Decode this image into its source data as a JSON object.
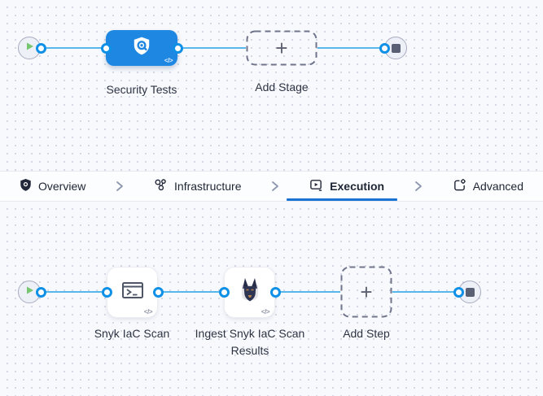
{
  "stage_pipeline": {
    "start_icon": "play-icon",
    "end_icon": "stop-icon",
    "stage_label": "Security Tests",
    "stage_icon": "security-shield-icon",
    "add_stage_label": "Add Stage",
    "plus": "+",
    "code_badge": "</>"
  },
  "tab_bar": {
    "separator_icon": "chevron-right-icon",
    "active_tab": "Execution",
    "tabs": [
      {
        "label": "Overview",
        "icon": "shield-icon",
        "active": false
      },
      {
        "label": "Infrastructure",
        "icon": "infrastructure-icon",
        "active": false
      },
      {
        "label": "Execution",
        "icon": "execution-play-icon",
        "active": true
      },
      {
        "label": "Advanced",
        "icon": "advanced-settings-icon",
        "active": false
      }
    ]
  },
  "execution_pipeline": {
    "start_icon": "play-icon",
    "end_icon": "stop-icon",
    "steps": [
      {
        "label": "Snyk IaC Scan",
        "icon": "terminal-icon"
      },
      {
        "label": "Ingest Snyk IaC Scan Results",
        "icon": "snyk-doberman-icon"
      }
    ],
    "add_step_label": "Add Step",
    "plus": "+",
    "code_badge": "</>"
  },
  "colors": {
    "canvas_bg": "#f7f9fd",
    "grid_dot": "#c7cddc",
    "connector_line": "#57b6ea",
    "port_ring": "#0f90e7",
    "stage_blue": "#1e87e2",
    "play_green": "#76c671",
    "stop_gray": "#596074",
    "active_tab_underline": "#1a73d3"
  }
}
